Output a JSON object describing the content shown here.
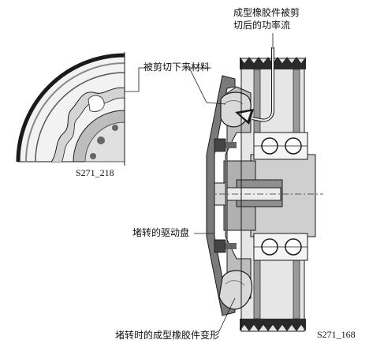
{
  "labels": {
    "power_flow_line1": "成型橡胶件被剪",
    "power_flow_line2": "切后的功率流",
    "sheared_material": "被剪切下来材料",
    "blocked_drive_disc": "堵转的驱动盘",
    "deformed_rubber": "堵转时的成型橡胶件变形"
  },
  "figure_codes": {
    "detail": "S271_218",
    "main": "S271_168"
  },
  "colors": {
    "metal_dark": "#555555",
    "metal_mid": "#9a9a9a",
    "metal_light": "#cfcfcf",
    "rubber": "#e4e4e4",
    "outline": "#1a1a1a"
  }
}
